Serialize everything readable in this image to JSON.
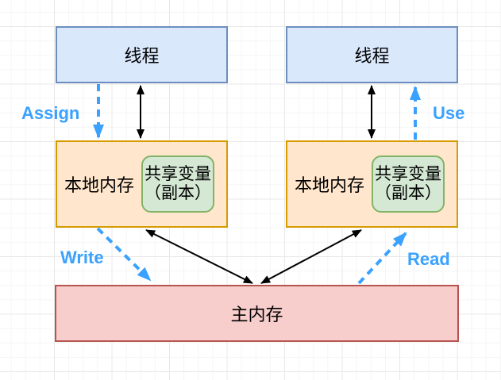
{
  "diagram": {
    "threads": [
      {
        "label": "线程"
      },
      {
        "label": "线程"
      }
    ],
    "local_memories": [
      {
        "label": "本地内存",
        "shared_variable": {
          "line1": "共享变量",
          "line2": "（副本）"
        }
      },
      {
        "label": "本地内存",
        "shared_variable": {
          "line1": "共享变量",
          "line2": "（副本）"
        }
      }
    ],
    "main_memory": {
      "label": "主内存"
    },
    "operations": {
      "assign": "Assign",
      "use": "Use",
      "write": "Write",
      "read": "Read"
    },
    "colors": {
      "thread_fill": "#DAE8FC",
      "thread_border": "#6C8EBF",
      "local_fill": "#FFE6CC",
      "local_border": "#D79B00",
      "shared_fill": "#D5E8D4",
      "shared_border": "#82B366",
      "main_fill": "#F8CECC",
      "main_border": "#B85450",
      "operation_label_color": "#3AA1FF",
      "arrow_color": "#000000"
    }
  }
}
